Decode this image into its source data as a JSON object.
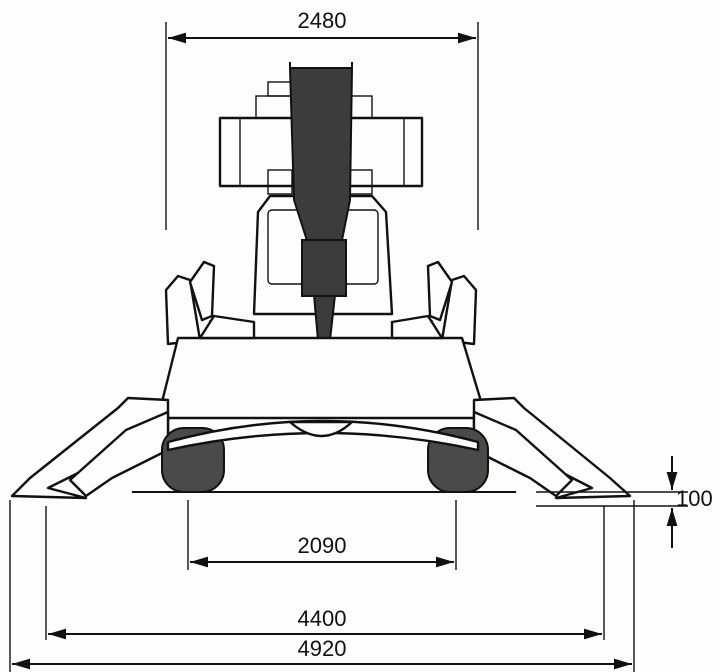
{
  "dimensions": {
    "top_width": "2480",
    "track_gauge": "2090",
    "outrigger_inner": "4400",
    "outrigger_overall": "4920",
    "ground_clearance": "100"
  }
}
